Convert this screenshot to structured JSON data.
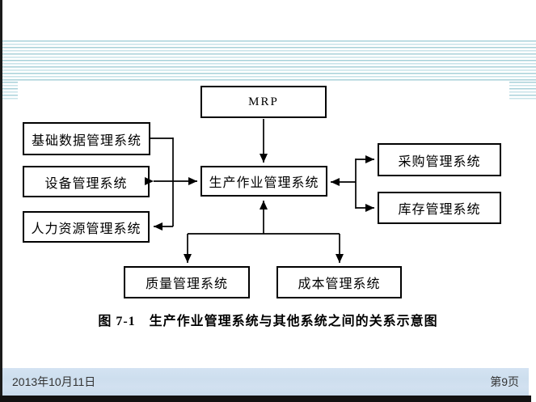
{
  "page": {
    "caption": "图 7-1　生产作业管理系统与其他系统之间的关系示意图",
    "footer": {
      "date": "2013年10月11日",
      "page_number": "第9页"
    }
  },
  "diagram": {
    "nodes": {
      "mrp": "MRP",
      "base_data": "基础数据管理系统",
      "equipment": "设备管理系统",
      "human_resources": "人力资源管理系统",
      "production": "生产作业管理系统",
      "purchasing": "采购管理系统",
      "inventory": "库存管理系统",
      "quality": "质量管理系统",
      "cost": "成本管理系统"
    }
  },
  "colors": {
    "decor_line_strong": "#a8d1d9",
    "decor_line_light": "#c9e3e9",
    "footer_background": "#cfdfee",
    "box_border": "#000000",
    "edge_bar": "#1b1b1b"
  }
}
